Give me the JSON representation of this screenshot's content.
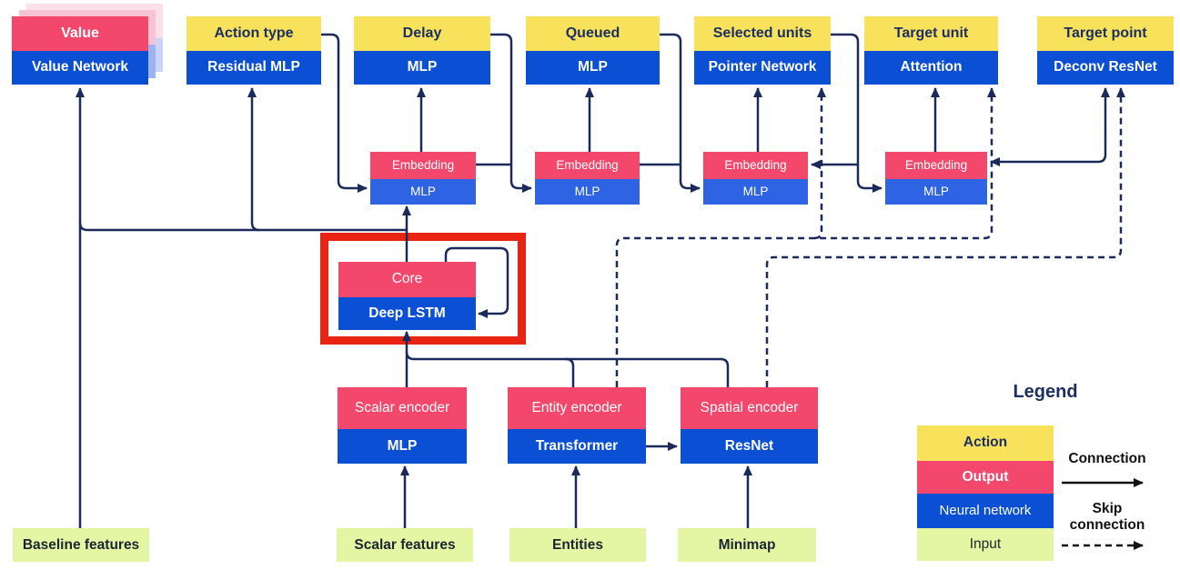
{
  "diagram": {
    "heads": [
      {
        "action": "Value",
        "network": "Value Network",
        "style": "output"
      },
      {
        "action": "Action type",
        "network": "Residual MLP",
        "style": "action"
      },
      {
        "action": "Delay",
        "network": "MLP",
        "style": "action"
      },
      {
        "action": "Queued",
        "network": "MLP",
        "style": "action"
      },
      {
        "action": "Selected units",
        "network": "Pointer Network",
        "style": "action"
      },
      {
        "action": "Target unit",
        "network": "Attention",
        "style": "action"
      },
      {
        "action": "Target point",
        "network": "Deconv ResNet",
        "style": "action"
      }
    ],
    "embeddings": [
      {
        "output": "Embedding",
        "network": "MLP"
      },
      {
        "output": "Embedding",
        "network": "MLP"
      },
      {
        "output": "Embedding",
        "network": "MLP"
      },
      {
        "output": "Embedding",
        "network": "MLP"
      }
    ],
    "core": {
      "output": "Core",
      "network": "Deep LSTM"
    },
    "encoders": [
      {
        "output": "Scalar encoder",
        "network": "MLP"
      },
      {
        "output": "Entity encoder",
        "network": "Transformer"
      },
      {
        "output": "Spatial encoder",
        "network": "ResNet"
      }
    ],
    "inputs": [
      {
        "label": "Baseline features"
      },
      {
        "label": "Scalar features"
      },
      {
        "label": "Entities"
      },
      {
        "label": "Minimap"
      }
    ],
    "highlight": {
      "around": "Core"
    },
    "legend": {
      "title": "Legend",
      "items": [
        {
          "label": "Action"
        },
        {
          "label": "Output"
        },
        {
          "label": "Neural network"
        },
        {
          "label": "Input"
        }
      ],
      "connection_label": "Connection",
      "skip_line1": "Skip",
      "skip_line2": "connection"
    }
  },
  "colors": {
    "action_yellow": "#f8e25b",
    "output_pink": "#f4476c",
    "network_blue": "#0b50d4",
    "embedding_blue": "#2e63e4",
    "input_green": "#e4f6a4",
    "connector_navy": "#1b2a5a",
    "highlight_red": "#ea2413",
    "action_text_navy": "#1b2f63",
    "input_text_dark": "#1c2430",
    "value_shadow_pink": "#f8c3d5",
    "value_shadow_pink_light": "#fcdfe9",
    "value_shadow_blue": "#9db3ef",
    "value_shadow_blue_light": "#c9d4f8",
    "legend_arrow_black": "#111111"
  }
}
